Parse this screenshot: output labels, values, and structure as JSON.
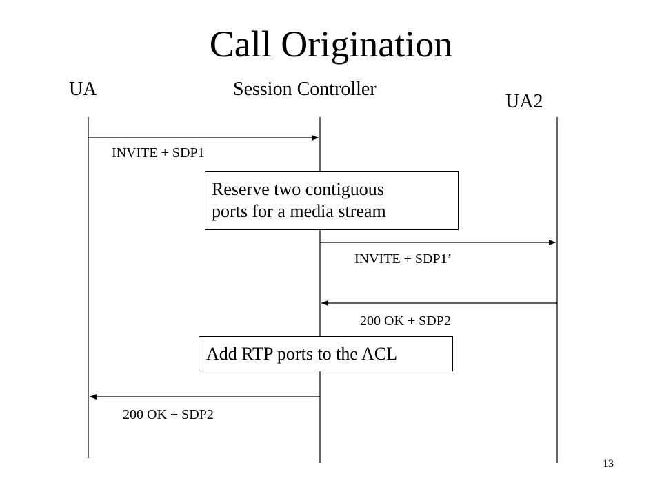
{
  "title": "Call Origination",
  "actors": {
    "ua": "UA",
    "session_controller": "Session Controller",
    "ua2": "UA2"
  },
  "messages": [
    {
      "label": "INVITE + SDP1",
      "from": "UA",
      "to": "Session Controller"
    },
    {
      "label": "INVITE + SDP1’",
      "from": "Session Controller",
      "to": "UA2"
    },
    {
      "label": "200 OK + SDP2",
      "from": "UA2",
      "to": "Session Controller"
    },
    {
      "label": "200 OK + SDP2",
      "from": "Session Controller",
      "to": "UA"
    }
  ],
  "notes": {
    "reserve": {
      "line1": "Reserve two contiguous",
      "line2": "ports for a media stream"
    },
    "acl": "Add RTP ports to the ACL"
  },
  "page_number": "13"
}
